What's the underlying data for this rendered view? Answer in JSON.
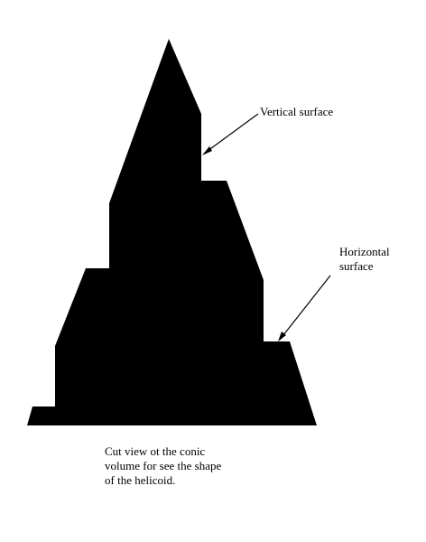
{
  "diagram": {
    "shape_color": "#000000",
    "background_color": "#ffffff",
    "labels": {
      "vertical_surface": "Vertical surface",
      "horizontal_surface": [
        "Horizontal",
        "surface"
      ]
    },
    "caption": [
      "Cut view ot the conic",
      "volume for see the shape",
      "of the helicoid."
    ]
  }
}
